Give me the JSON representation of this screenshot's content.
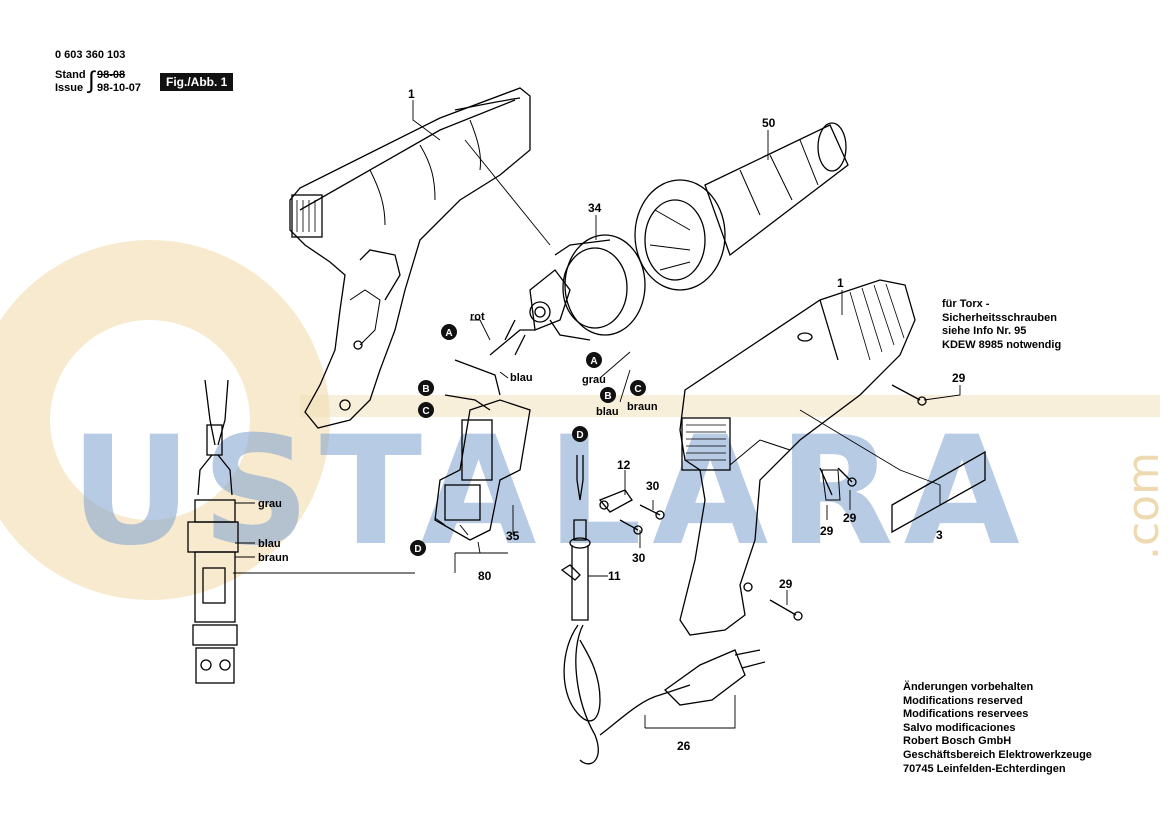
{
  "header": {
    "doc_number": "0 603 360 103",
    "stand_label": "Stand",
    "stand_value": "98-08",
    "issue_label": "Issue",
    "issue_value": "98-10-07",
    "figure_label": "Fig./Abb. 1"
  },
  "watermark": {
    "text": "USTALARA",
    "suffix": ".com"
  },
  "callouts": {
    "housing_left": "1",
    "housing_right": "1",
    "nozzle": "50",
    "fan_heater": "34",
    "screw_top": "29",
    "screw_mid_a": "29",
    "screw_mid_b": "29",
    "screw_bottom": "29",
    "label_plate": "3",
    "clamp": "12",
    "clamp_screw_a": "30",
    "clamp_screw_b": "30",
    "cable_sleeve": "11",
    "switch": "35",
    "switch_assembly": "80",
    "power_cord": "26"
  },
  "markers": {
    "A": "A",
    "B": "B",
    "C": "C",
    "D": "D"
  },
  "wires": {
    "rot": "rot",
    "blau": "blau",
    "grau": "grau",
    "braun": "braun"
  },
  "torx_note": [
    "für Torx -",
    "Sicherheitsschrauben",
    "siehe Info Nr. 95",
    "KDEW 8985 notwendig"
  ],
  "footer_note": [
    "Änderungen vorbehalten",
    "Modifications reserved",
    "Modifications reservees",
    "Salvo modificaciones",
    "Robert Bosch GmbH",
    "Geschäftsbereich Elektrowerkzeuge",
    "70745 Leinfelden-Echterdingen"
  ],
  "colors": {
    "ink": "#000000",
    "watermark_blue": "#7fa2cf",
    "watermark_gold": "#e8c98f"
  }
}
